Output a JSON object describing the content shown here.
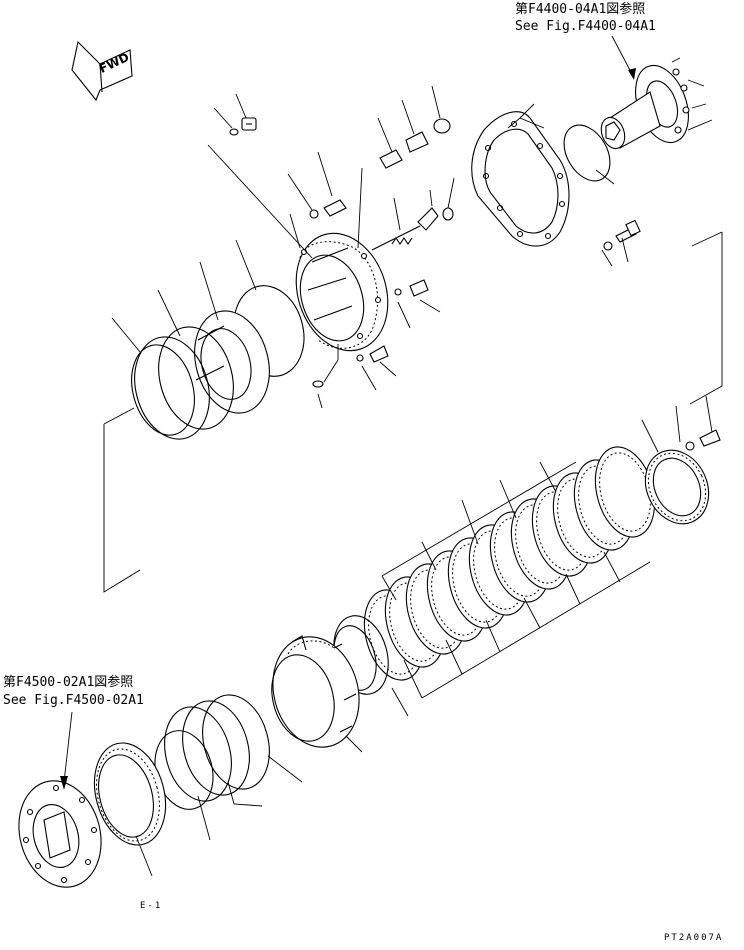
{
  "references": {
    "top_right_jp": "第F4400-04A1図参照",
    "top_right_en": "See Fig.F4400-04A1",
    "left_jp": "第F4500-02A1図参照",
    "left_en": "See Fig.F4500-02A1"
  },
  "fwd_label": "FWD",
  "drawing_code": "PT2A007A",
  "small_mark": "E-1",
  "icons": [
    "fwd-arrow-icon"
  ]
}
